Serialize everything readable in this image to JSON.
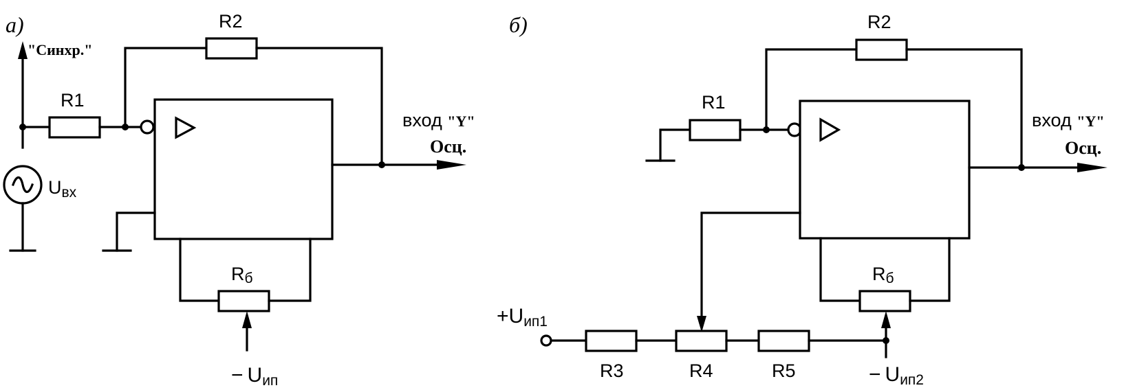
{
  "panel_a": {
    "letter": "а)",
    "sync_label": "\"Синхр.\"",
    "r1": "R1",
    "r2": "R2",
    "rb": "R",
    "rb_sub": "б",
    "uin": "U",
    "uin_sub": "вх",
    "out_text": "вход ",
    "out_y": "\"Y\"",
    "osc": "Осц.",
    "supply_sign": "−",
    "supply_u": "U",
    "supply_sub": "ип"
  },
  "panel_b": {
    "letter": "б)",
    "r1": "R1",
    "r2": "R2",
    "r3": "R3",
    "r4": "R4",
    "r5": "R5",
    "rb": "R",
    "rb_sub": "б",
    "out_text": "вход ",
    "out_y": "\"Y\"",
    "osc": "Осц.",
    "supply1_sign": "+",
    "supply1_u": "U",
    "supply1_sub": "ип1",
    "supply2_sign": "−",
    "supply2_u": "U",
    "supply2_sub": "ип2"
  },
  "opamp_symbol": "triangle-icon",
  "colors": {
    "ink": "#000000",
    "background": "#ffffff"
  }
}
